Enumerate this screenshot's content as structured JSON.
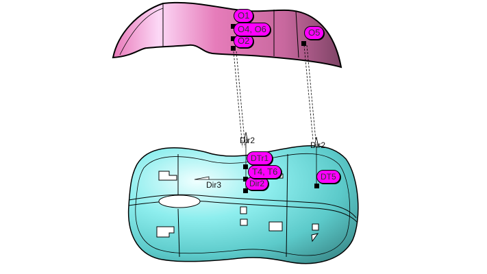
{
  "colors": {
    "upper_part_light": "#fbc8f0",
    "upper_part_mid": "#e278b4",
    "upper_part_dark": "#8a4a70",
    "lower_part_light": "#e6ffff",
    "lower_part_mid": "#6ee0e0",
    "lower_part_dark": "#3e8c8c",
    "tag_fill": "#ff00ff",
    "outline": "#000000"
  },
  "upper_part": {
    "tags": [
      {
        "id": "o1",
        "label": "O1"
      },
      {
        "id": "o4o6",
        "label": "O4, O6"
      },
      {
        "id": "o2",
        "label": "O2"
      },
      {
        "id": "o5",
        "label": "O5"
      }
    ]
  },
  "lower_part": {
    "tags": [
      {
        "id": "t1",
        "label": "DTr1"
      },
      {
        "id": "t4t6",
        "label": "T4, T6"
      },
      {
        "id": "t2",
        "label": "Dir2"
      },
      {
        "id": "t5",
        "label": "DT5"
      }
    ],
    "direction_labels": [
      {
        "id": "dir2_left",
        "label": "Dir2"
      },
      {
        "id": "dir2_right",
        "label": "Dir2"
      },
      {
        "id": "dir3",
        "label": "Dir3"
      }
    ]
  }
}
